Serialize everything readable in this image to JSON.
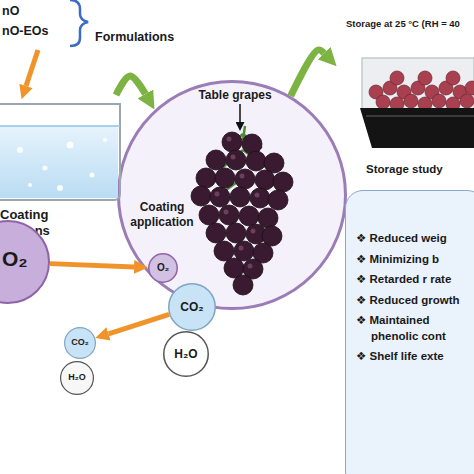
{
  "diagram": {
    "nodes": [
      {
        "text": [
          "Coating ulations"
        ]
      },
      {
        "text": [
          "O₂"
        ]
      },
      {
        "text": [
          "Table grapes",
          "Coating application"
        ]
      },
      {
        "text": [
          "O₂"
        ],
        "in": 2
      },
      {
        "text": [
          "CO₂"
        ],
        "in": 2
      },
      {
        "text": [
          "H₂O"
        ]
      },
      {
        "text": [
          "CO₂"
        ]
      },
      {
        "text": [
          "H₂O"
        ]
      },
      {
        "text": [
          "Storage at 25 °C (RH = 40",
          "Storage study"
        ]
      },
      {
        "text": [
          "❖ Reduced weig",
          "❖ Minimizing b",
          "❖ Retarded r rate",
          "❖ Reduced growth",
          "❖ Maintained phenolic cont",
          "❖ Shelf life exte"
        ]
      }
    ],
    "edges": [
      {
        "from": 0,
        "to": 2,
        "arrow": "to"
      },
      {
        "from": 2,
        "to": 8,
        "arrow": "to"
      },
      {
        "from": 1,
        "to": 3,
        "arrow": "to"
      },
      {
        "from": 4,
        "to": 6,
        "arrow": "to"
      }
    ],
    "labels": [
      "nO",
      "nO-EOs",
      "Formulations"
    ]
  }
}
